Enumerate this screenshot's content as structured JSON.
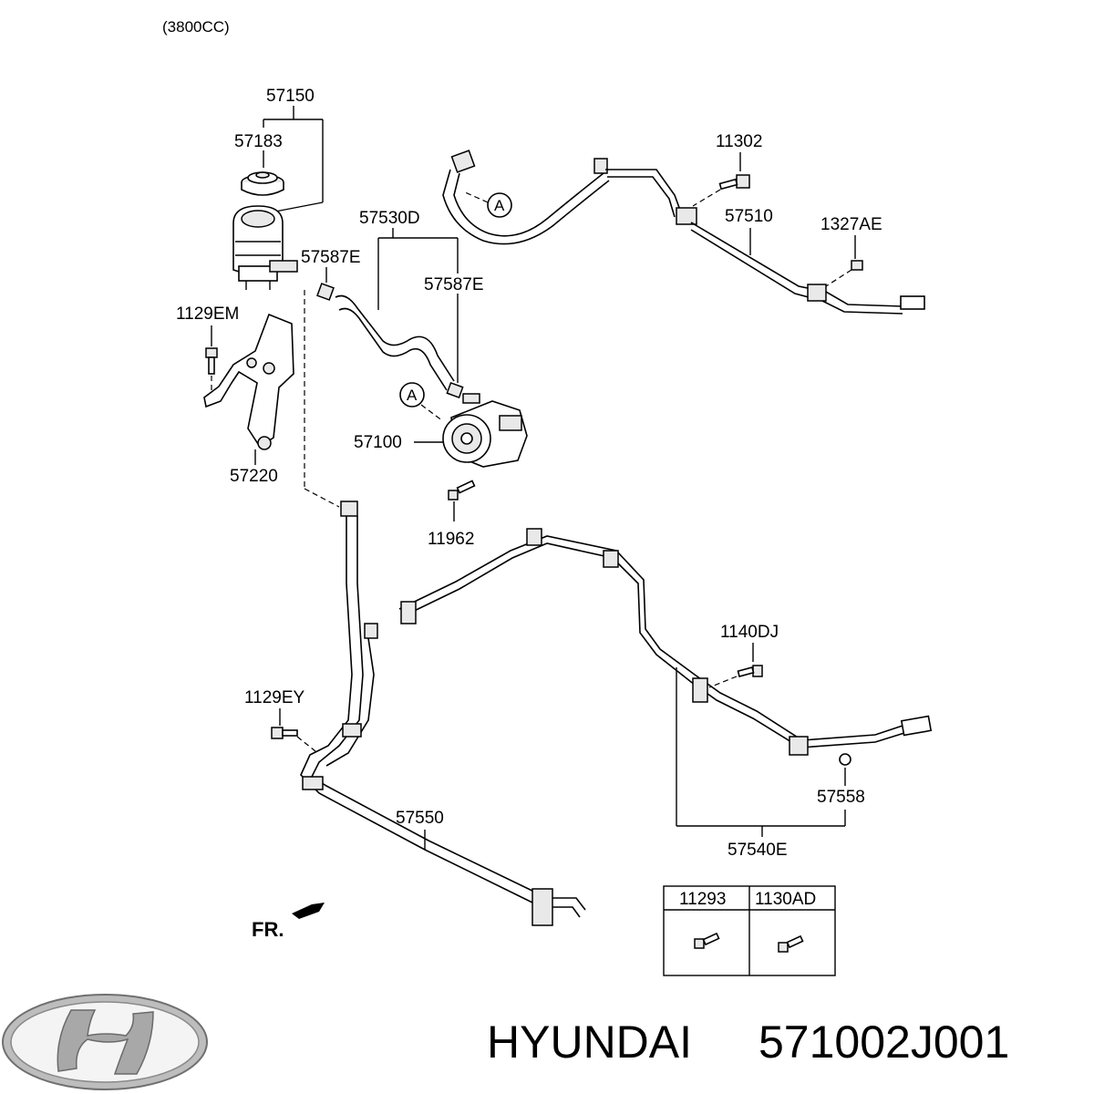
{
  "header": {
    "engine_variant": "(3800CC)"
  },
  "labels": {
    "reservoir_assy": "57150",
    "reservoir_cap": "57183",
    "suction_hose": "57530D",
    "clamp_upper": "57587E",
    "clamp_lower": "57587E",
    "bracket_bolt": "1129EM",
    "reservoir_bracket": "57220",
    "pump": "57100",
    "pump_bolt": "11962",
    "return_bolt": "11302",
    "return_tube": "57510",
    "return_nut": "1327AE",
    "pressure_bolt": "1140DJ",
    "pressure_tube": "57540E",
    "o_ring": "57558",
    "hose_bolt": "1129EY",
    "cooler_tube": "57550",
    "connector_a_1": "A",
    "connector_a_2": "A",
    "front_marker": "FR."
  },
  "fastener_table": {
    "columns": [
      "11293",
      "1130AD"
    ]
  },
  "footer": {
    "brand": "HYUNDAI",
    "part_number": "571002J001",
    "logo": "hyundai-logo"
  }
}
